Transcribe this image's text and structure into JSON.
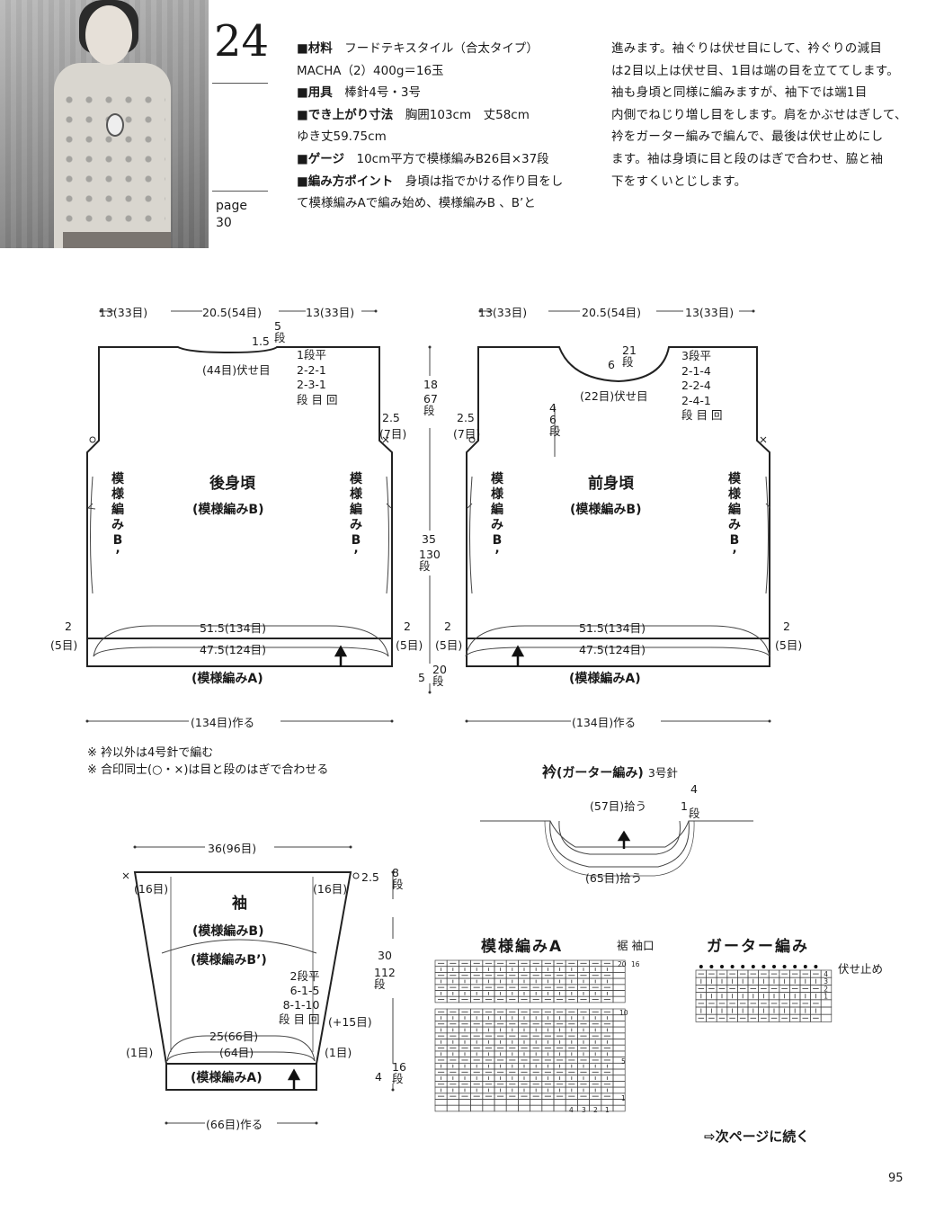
{
  "header": {
    "pattern_number": "24",
    "page_label": "page",
    "page_number": "30"
  },
  "instructions": {
    "col1": [
      {
        "label": "■材料",
        "text": "　フードテキスタイル（合太タイプ）"
      },
      {
        "label": "",
        "text": "MACHA（2）400g＝16玉"
      },
      {
        "label": "■用具",
        "text": "　棒針4号・3号"
      },
      {
        "label": "■でき上がり寸法",
        "text": "　胸囲103cm　丈58cm"
      },
      {
        "label": "",
        "text": "ゆき丈59.75cm"
      },
      {
        "label": "■ゲージ",
        "text": "　10cm平方で模様編みB26目×37段"
      },
      {
        "label": "■編み方ポイント",
        "text": "　身頃は指でかける作り目をし"
      },
      {
        "label": "",
        "text": "て模様編みAで編み始め、模様編みB 、B’と"
      }
    ],
    "col2": [
      "進みます。袖ぐりは伏せ目にして、衿ぐりの減目",
      "は2目以上は伏せ目、1目は端の目を立ててします。",
      "袖も身頃と同様に編みますが、袖下では端1目",
      "内側でねじり増し目をします。肩をかぶせはぎして、",
      "衿をガーター編みで編んで、最後は伏せ止めにし",
      "ます。袖は身頃に目と段のはぎで合わせ、脇と袖",
      "下をすくいとじします。"
    ]
  },
  "back": {
    "top_left": "13(33目)",
    "top_mid": "20.5(54目)",
    "top_right": "13(33目)",
    "neck_rows": "5\n段",
    "neck_depth": "1.5",
    "neck_bind": "(44目)伏せ目",
    "dec_table": [
      "1段平",
      "2-2-1",
      "2-3-1",
      "段 目 回"
    ],
    "arm": "2.5",
    "arm_st": "(7目)",
    "title": "後身頃",
    "subtitle": "(模様編みB)",
    "side_pattern": "模様編みB’",
    "width1": "51.5(134目)",
    "width2": "47.5(124目)",
    "side_st_a": "2",
    "side_st_b": "(5目)",
    "band": "(模様編みA)",
    "cast_on": "(134目)作る"
  },
  "vertical": {
    "v1": "18",
    "v1r": "67\n段",
    "v2": "35",
    "v2r": "130\n段",
    "v3": "5",
    "v3r": "20\n段"
  },
  "front": {
    "top_left": "13(33目)",
    "top_mid": "20.5(54目)",
    "top_right": "13(33目)",
    "neck_rows": "21\n段",
    "neck_depth": "6",
    "neck_bind": "(22目)伏せ目",
    "neck_side": "46段",
    "dec_table": [
      "3段平",
      "2-1-4",
      "2-2-4",
      "2-4-1",
      "段 目 回"
    ],
    "arm": "2.5",
    "arm_st": "(7目)",
    "title": "前身頃",
    "subtitle": "(模様編みB)",
    "side_pattern": "模様編みB’",
    "width1": "51.5(134目)",
    "width2": "47.5(124目)",
    "side_st_a": "2",
    "side_st_b": "(5目)",
    "band": "(模様編みA)",
    "cast_on": "(134目)作る"
  },
  "notes": [
    "※ 衿以外は4号針で編む",
    "※ 合印同士(○・×)は目と段のはぎで合わせる"
  ],
  "collar": {
    "title": "衿",
    "title_sub": "(ガーター編み)",
    "needle": "3号針",
    "pick1": "(57目)拾う",
    "pick2": "(65目)拾う",
    "rows_a": "4",
    "rows_b": "1",
    "rows_c": "段"
  },
  "sleeve": {
    "top": "36(96目)",
    "corner": "(16目)",
    "title": "袖",
    "sub1": "(模様編みB)",
    "sub2": "(模様編みB’)",
    "inc_table": [
      "2段平",
      "6-1-5",
      "8-1-10",
      "段 目 回"
    ],
    "plus": "(+15目)",
    "w1": "25(66目)",
    "w2": "(64目)",
    "one": "(1目)",
    "band": "(模様編みA)",
    "cast_on": "(66目)作る",
    "r1": "2.5",
    "r1r": "8\n段",
    "r2": "30",
    "r2r": "112\n段",
    "r3": "4",
    "r3r": "16\n段"
  },
  "chart_a": {
    "title": "模様編みA",
    "label_right": "裾 袖口",
    "row_nums": [
      "20",
      "16",
      "10",
      "5",
      "1"
    ],
    "col_nums": [
      "4",
      "3",
      "2",
      "1"
    ]
  },
  "chart_garter": {
    "title": "ガーター編み",
    "bind_off": "伏せ止め",
    "row_nums": [
      "4",
      "3",
      "2",
      "1"
    ]
  },
  "footer": {
    "continue": "⇨次ページに続く",
    "page_number": "95"
  }
}
